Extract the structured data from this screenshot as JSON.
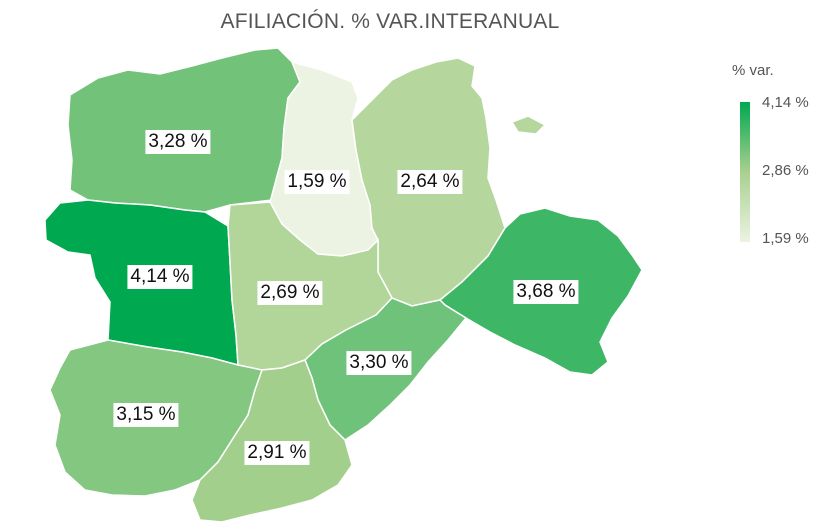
{
  "title": "AFILIACIÓN. % VAR.INTERANUAL",
  "legend": {
    "title": "% var.",
    "max_label": "4,14 %",
    "mid_label": "2,86 %",
    "min_label": "1,59 %",
    "color_max": "#00a84f",
    "color_mid": "#a9d08e",
    "color_min": "#ecf3e2"
  },
  "regions": [
    {
      "id": "leon",
      "label": "3,28 %",
      "value": 3.28
    },
    {
      "id": "palencia",
      "label": "1,59 %",
      "value": 1.59
    },
    {
      "id": "burgos",
      "label": "2,64 %",
      "value": 2.64
    },
    {
      "id": "zamora",
      "label": "4,14 %",
      "value": 4.14
    },
    {
      "id": "valladolid",
      "label": "2,69 %",
      "value": 2.69
    },
    {
      "id": "soria",
      "label": "3,68 %",
      "value": 3.68
    },
    {
      "id": "segovia",
      "label": "3,30 %",
      "value": 3.3
    },
    {
      "id": "salamanca",
      "label": "3,15 %",
      "value": 3.15
    },
    {
      "id": "avila",
      "label": "2,91 %",
      "value": 2.91
    }
  ]
}
